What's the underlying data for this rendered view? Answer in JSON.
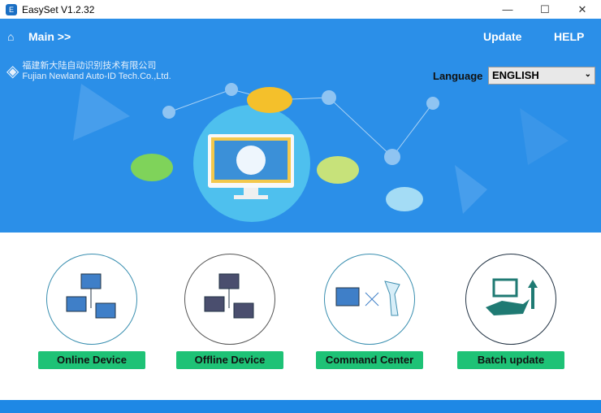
{
  "window": {
    "title": "EasySet V1.2.32",
    "controls": [
      "minimize",
      "maximize",
      "close"
    ]
  },
  "nav": {
    "main": "Main >>",
    "update": "Update",
    "help": "HELP"
  },
  "logo": {
    "cn": "福建新大陆自动识别技术有限公司",
    "en": "Fujian Newland Auto-ID Tech.Co.,Ltd."
  },
  "language": {
    "label": "Language",
    "selected": "ENGLISH"
  },
  "tiles": [
    {
      "label": "Online Device",
      "icon": "network-computers-icon"
    },
    {
      "label": "Offline Device",
      "icon": "network-computers-offline-icon"
    },
    {
      "label": "Command Center",
      "icon": "computer-scanner-icon"
    },
    {
      "label": "Batch update",
      "icon": "hand-package-upload-icon"
    }
  ],
  "colors": {
    "brand": "#2b8fe8",
    "button": "#1ec276"
  }
}
